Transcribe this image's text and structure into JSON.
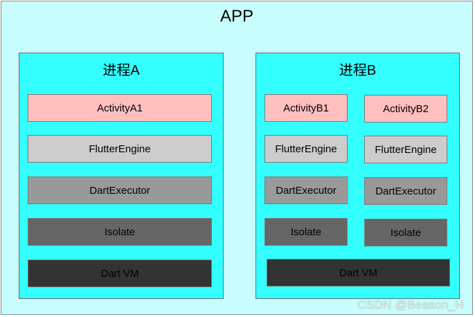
{
  "app": {
    "title": "APP"
  },
  "process_a": {
    "title": "进程A",
    "activity": "ActivityA1",
    "engine": "FlutterEngine",
    "executor": "DartExecutor",
    "isolate": "Isolate",
    "vm": "Dart VM"
  },
  "process_b": {
    "title": "进程B",
    "columns": [
      {
        "activity": "ActivityB1",
        "engine": "FlutterEngine",
        "executor": "DartExecutor",
        "isolate": "Isolate"
      },
      {
        "activity": "ActivityB2",
        "engine": "FlutterEngine",
        "executor": "DartExecutor",
        "isolate": "Isolate"
      }
    ],
    "vm": "Dart VM"
  },
  "watermark": "CSDN @Beason_H",
  "colors": {
    "app_bg": "#c7fdfd",
    "process_bg": "#33ffff",
    "activity": "#ffbfbf",
    "engine": "#cccccc",
    "executor": "#999999",
    "isolate": "#666666",
    "vm": "#333333"
  }
}
